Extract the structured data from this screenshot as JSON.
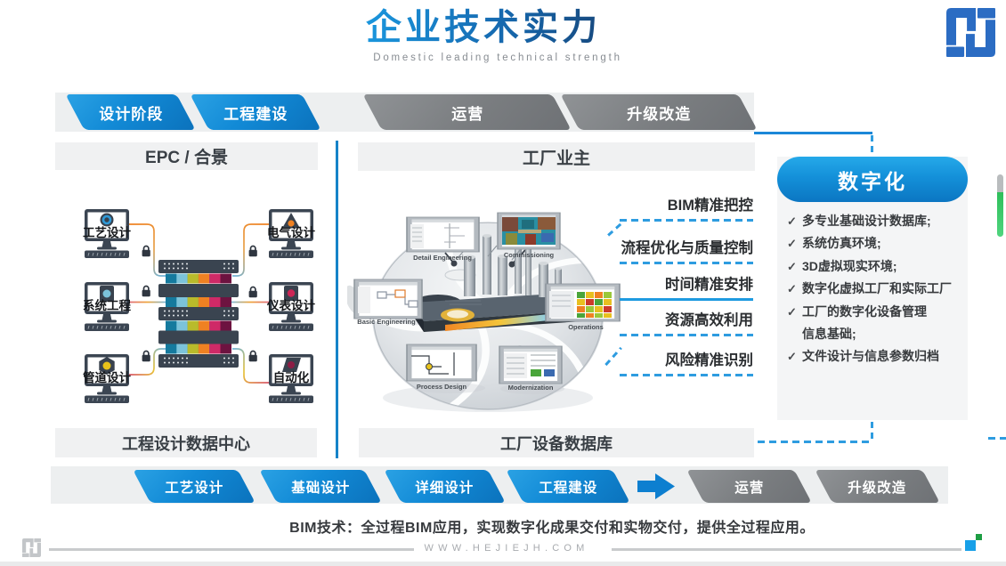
{
  "page": {
    "title": "企业技术实力",
    "subtitle": "Domestic leading technical strength",
    "footnote": "BIM技术：全过程BIM应用，实现数字化成果交付和实物交付，提供全过程应用。",
    "website": "WWW.HEJIEJH.COM"
  },
  "icons": {
    "check": "✓"
  },
  "colors": {
    "accent_blue": "#128ad6",
    "dark_blue": "#174a80",
    "gray_stage": "#777a7d",
    "dashed_line": "#2e9ce0",
    "panel_bg": "#f4f5f6",
    "server_dark": "#3a4450",
    "stripe_colors": [
      "#157a9e",
      "#7cc3da",
      "#b9bb2b",
      "#ef8122",
      "#cf2a67",
      "#6d1340"
    ]
  },
  "top_flow": {
    "items": [
      {
        "label": "设计阶段"
      },
      {
        "label": "工程建设"
      },
      {
        "label": "运营"
      },
      {
        "label": "升级改造"
      }
    ]
  },
  "left_panel": {
    "header": "EPC / 合景",
    "footer": "工程设计数据中心",
    "workstations": [
      {
        "label": "工艺设计"
      },
      {
        "label": "系统工程"
      },
      {
        "label": "管道设计"
      },
      {
        "label": "电气设计"
      },
      {
        "label": "仪表设计"
      },
      {
        "label": "自动化"
      }
    ]
  },
  "center_panel": {
    "header": "工厂业主",
    "footer": "工厂设备数据库",
    "wheel_labels": [
      {
        "label": "Detail Engineering"
      },
      {
        "label": "Commissioning"
      },
      {
        "label": "Basic Engineering"
      },
      {
        "label": "Operations"
      },
      {
        "label": "Process Design"
      },
      {
        "label": "Modernization"
      }
    ]
  },
  "benefits": [
    {
      "label": "BIM精准把控"
    },
    {
      "label": "流程优化与质量控制"
    },
    {
      "label": "时间精准安排"
    },
    {
      "label": "资源高效利用"
    },
    {
      "label": "风险精准识别"
    }
  ],
  "digital_panel": {
    "title": "数字化",
    "items": [
      {
        "check": "✓",
        "text": "多专业基础设计数据库;"
      },
      {
        "check": "✓",
        "text": "系统仿真环境;"
      },
      {
        "check": "✓",
        "text": "3D虚拟现实环境;"
      },
      {
        "check": "✓",
        "text": "数字化虚拟工厂和实际工厂"
      },
      {
        "check": "✓",
        "text": "工厂的数字化设备管理"
      },
      {
        "check": "",
        "text": "信息基础;"
      },
      {
        "check": "✓",
        "text": "文件设计与信息参数归档"
      }
    ]
  },
  "bottom_flow": {
    "items": [
      {
        "label": "工艺设计"
      },
      {
        "label": "基础设计"
      },
      {
        "label": "详细设计"
      },
      {
        "label": "工程建设"
      },
      {
        "label": "运营"
      },
      {
        "label": "升级改造"
      }
    ]
  }
}
